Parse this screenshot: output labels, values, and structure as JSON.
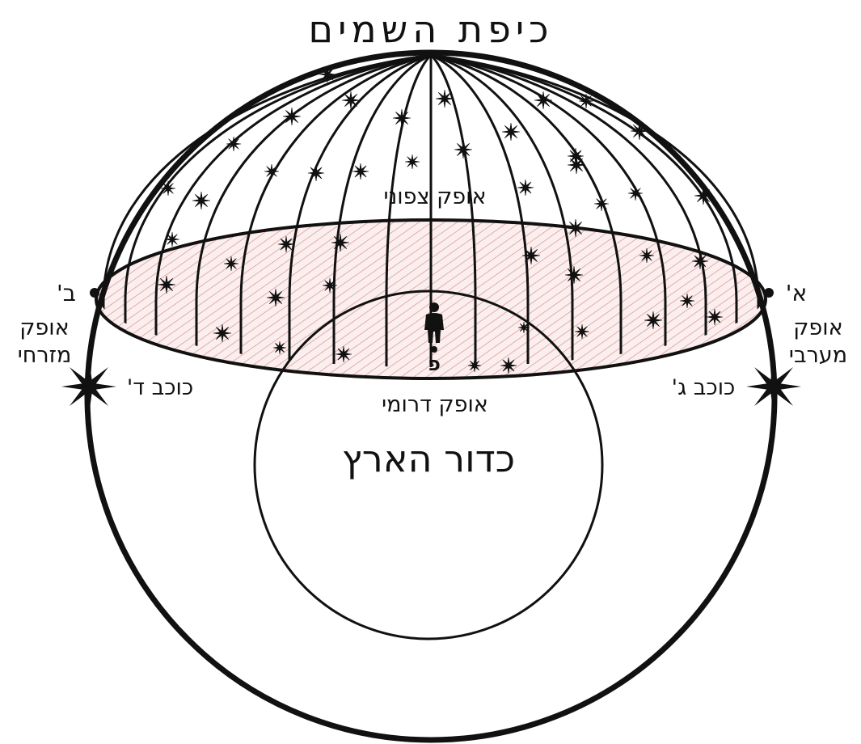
{
  "title": "כיפת השמים",
  "labels": {
    "north_horizon": "אופק צפוני",
    "south_horizon": "אופק דרומי",
    "earth": "כדור הארץ",
    "point_p": "פ",
    "point_a": "א'",
    "point_b": "ב'",
    "west_horizon_line1": "אופק",
    "west_horizon_line2": "מערבי",
    "east_horizon_line1": "אופק",
    "east_horizon_line2": "מזרחי",
    "star_c": "כוכב ג'",
    "star_d": "כוכב ד'"
  },
  "colors": {
    "ink": "#111111",
    "hatch": "#d98a8a",
    "hatch_bg": "#fbeeee"
  }
}
